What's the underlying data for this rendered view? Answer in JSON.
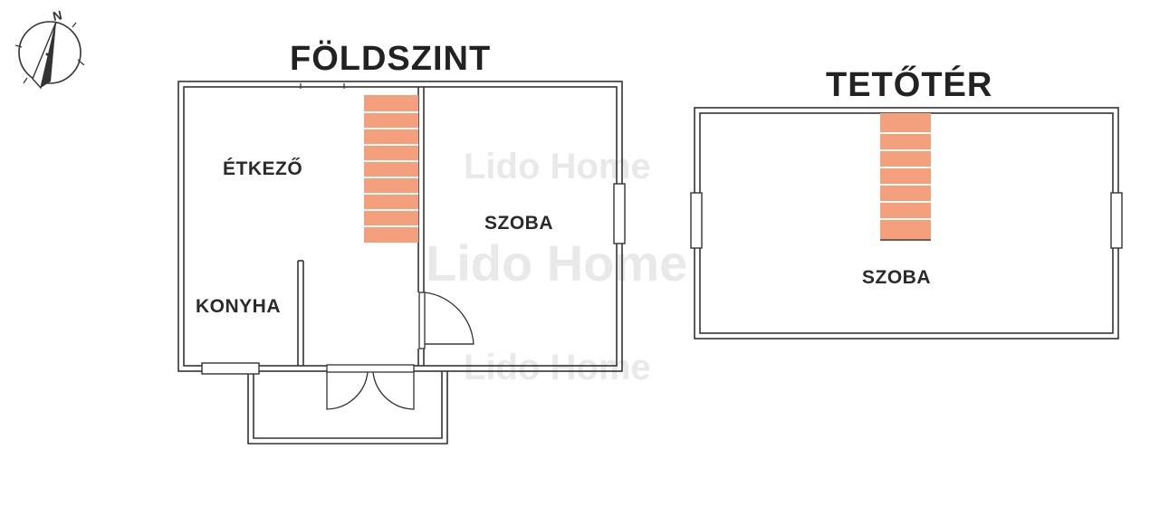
{
  "compass": {
    "north_label": "N",
    "icon": "compass-icon"
  },
  "floors": {
    "ground": {
      "title": "FÖLDSZINT",
      "rooms": {
        "dining": "ÉTKEZŐ",
        "room": "SZOBA",
        "kitchen": "KONYHA"
      }
    },
    "attic": {
      "title": "TETŐTÉR",
      "rooms": {
        "room": "SZOBA"
      }
    }
  },
  "watermark": {
    "text": "Lido Home"
  },
  "colors": {
    "wall_fill": "#ffffff",
    "wall_stroke": "#222222",
    "stairs": "#f4a07c",
    "tread_line": "#ffffff",
    "text": "#222222",
    "watermark": "#e9e9e9"
  }
}
